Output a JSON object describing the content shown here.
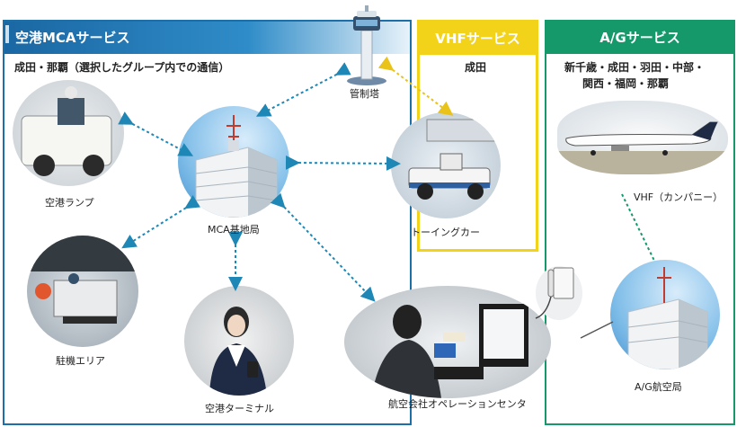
{
  "panels": {
    "mca": {
      "title": "空港MCAサービス",
      "subtitle": "成田・那覇（選択したグループ内での通信）"
    },
    "vhf": {
      "title": "VHFサービス",
      "subtitle": "成田"
    },
    "ag": {
      "title": "A/Gサービス",
      "subtitle_line1": "新千歳・成田・羽田・中部・",
      "subtitle_line2": "関西・福岡・那覇"
    }
  },
  "nodes": {
    "tower": "管制塔",
    "ramp": "空港ランプ",
    "mca_base": "MCA基地局",
    "apron": "駐機エリア",
    "terminal": "空港ターミナル",
    "towing_car": "トーイングカー",
    "operation_center": "航空会社オペレーションセンタ",
    "ag_station": "A/G航空局",
    "vhf_company": "VHF（カンパニー）"
  },
  "colors": {
    "mca_blue": "#1c6fa8",
    "vhf_yellow": "#f3d21a",
    "ag_green": "#15996b",
    "link_blue": "#1e87b6",
    "link_yellow": "#e9c21a",
    "link_green": "#15996b"
  }
}
